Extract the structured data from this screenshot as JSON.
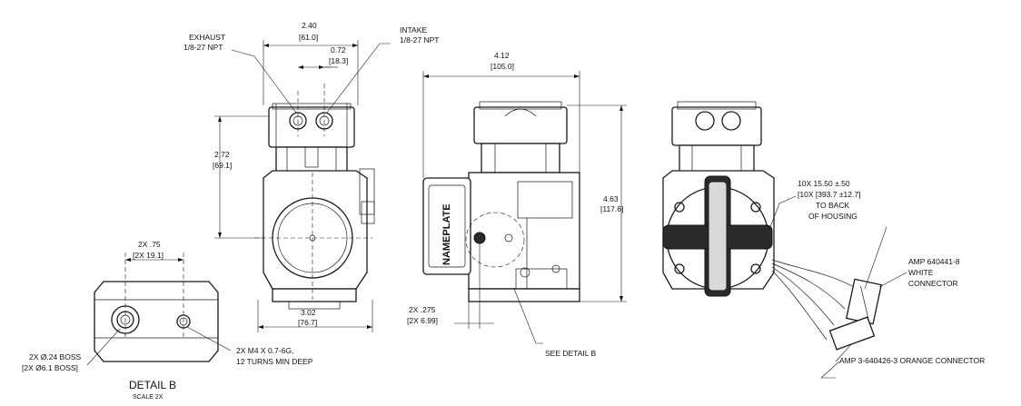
{
  "labels": {
    "exhaust_1": "EXHAUST",
    "exhaust_2": "1/8-27 NPT",
    "intake_1": "INTAKE",
    "intake_2": "1/8-27 NPT",
    "width_in": "2.40",
    "width_mm": "[61.0]",
    "port_spacing_in": "0.72",
    "port_spacing_mm": "[18.3]",
    "height_in": "2.72",
    "height_mm": "[69.1]",
    "base_width_in": "3.02",
    "base_width_mm": "[76.7]",
    "length_in": "4.12",
    "length_mm": "[105.0]",
    "overall_height_in": "4.63",
    "overall_height_mm": "[117.6]",
    "boss_offset_in": "2X .275",
    "boss_offset_mm": "[2X 6.99]",
    "nameplate": "NAMEPLATE",
    "see_detail": "SEE DETAIL B",
    "wire_1": "10X 15.50 ±.50",
    "wire_2": "[10X [393.7 ±12.7]",
    "wire_3": "TO BACK",
    "wire_4": "OF HOUSING",
    "amp_white_1": "AMP 640441-8",
    "amp_white_2": "WHITE",
    "amp_white_3": "CONNECTOR",
    "amp_orange": "AMP 3-640426-3 ORANGE CONNECTOR",
    "detail_spacing_in": "2X .75",
    "detail_spacing_mm": "[2X 19.1]",
    "boss_1": "2X Ø.24 BOSS",
    "boss_2": "[2X Ø6.1 BOSS]",
    "thread_1": "2X M4 X 0.7-6G,",
    "thread_2": "12 TURNS MIN DEEP",
    "detail_title": "DETAIL B",
    "detail_scale": "SCALE 2X"
  }
}
